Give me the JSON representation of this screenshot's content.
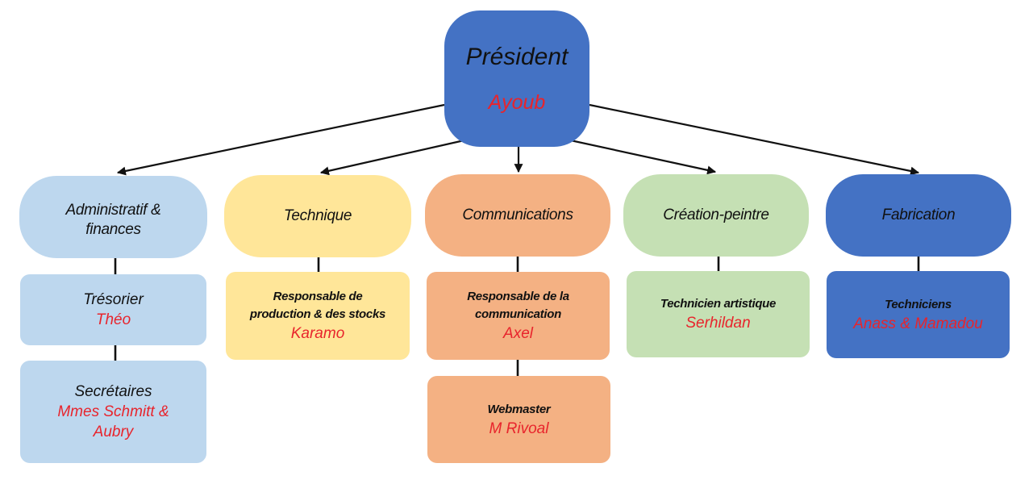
{
  "president": {
    "title": "Président",
    "name": "Ayoub"
  },
  "departments": {
    "admin": {
      "line1": "Administratif &",
      "line2": "finances"
    },
    "technique": {
      "title": "Technique"
    },
    "communications": {
      "title": "Communications"
    },
    "creation": {
      "title": "Création-peintre"
    },
    "fabrication": {
      "title": "Fabrication"
    }
  },
  "roles": {
    "tresorier": {
      "title": "Trésorier",
      "name": "Théo"
    },
    "secretaires": {
      "title": "Secrétaires",
      "name_line1": "Mmes Schmitt &",
      "name_line2": "Aubry"
    },
    "production": {
      "line1": "Responsable de",
      "line2": "production & des stocks",
      "name": "Karamo"
    },
    "resp_comm": {
      "line1": "Responsable de la",
      "line2": "communication",
      "name": "Axel"
    },
    "webmaster": {
      "title": "Webmaster",
      "name": "M Rivoal"
    },
    "tech_art": {
      "title": "Technicien artistique",
      "name": "Serhildan"
    },
    "techniciens": {
      "title": "Techniciens",
      "name": "Anass & Mamadou"
    }
  },
  "colors": {
    "dark_blue": "#4472c4",
    "light_blue": "#bdd7ee",
    "yellow": "#ffe699",
    "orange": "#f4b183",
    "green": "#c5e0b4",
    "name_red": "#e8242c"
  }
}
